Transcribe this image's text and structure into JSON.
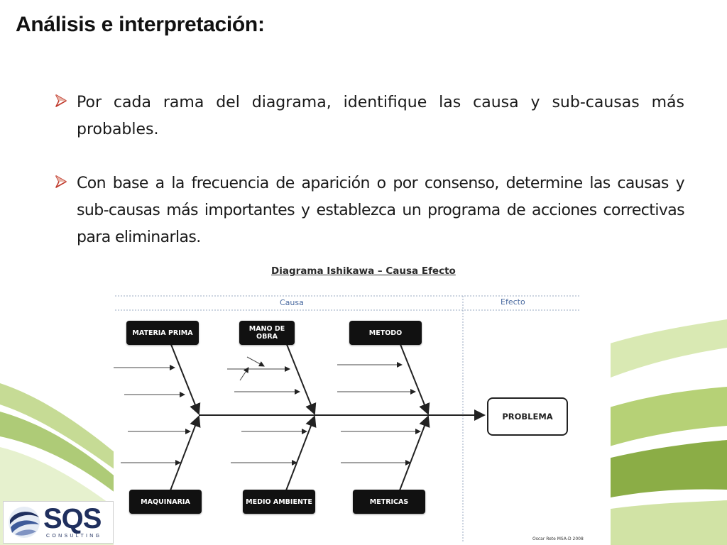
{
  "slide": {
    "title": "Análisis e interpretación:",
    "bullets": [
      {
        "text": "Por cada rama del diagrama, identifique las causa y sub-causas más probables."
      },
      {
        "text": "Con base a la frecuencia de aparición o por consenso, determine las causas y sub-causas más importantes y establezca un programa de acciones correctivas para eliminarlas."
      }
    ]
  },
  "diagram": {
    "title": "Diagrama  Ishikawa – Causa  Efecto",
    "cause_label": "Causa",
    "effect_label": "Efecto",
    "top_categories": [
      "MATERIA PRIMA",
      "MANO DE OBRA",
      "METODO"
    ],
    "bottom_categories": [
      "MAQUINARIA",
      "MEDIO AMBIENTE",
      "METRICAS"
    ],
    "effect": "PROBLEMA",
    "footnote": "Oscar Rete  MSA-D 2008"
  },
  "logo": {
    "name": "SQS",
    "subtitle": "CONSULTING"
  },
  "colors": {
    "accent_green": "#8cb33c",
    "bullet_arrow": "#c0392b",
    "logo_navy": "#1f2f5e"
  }
}
